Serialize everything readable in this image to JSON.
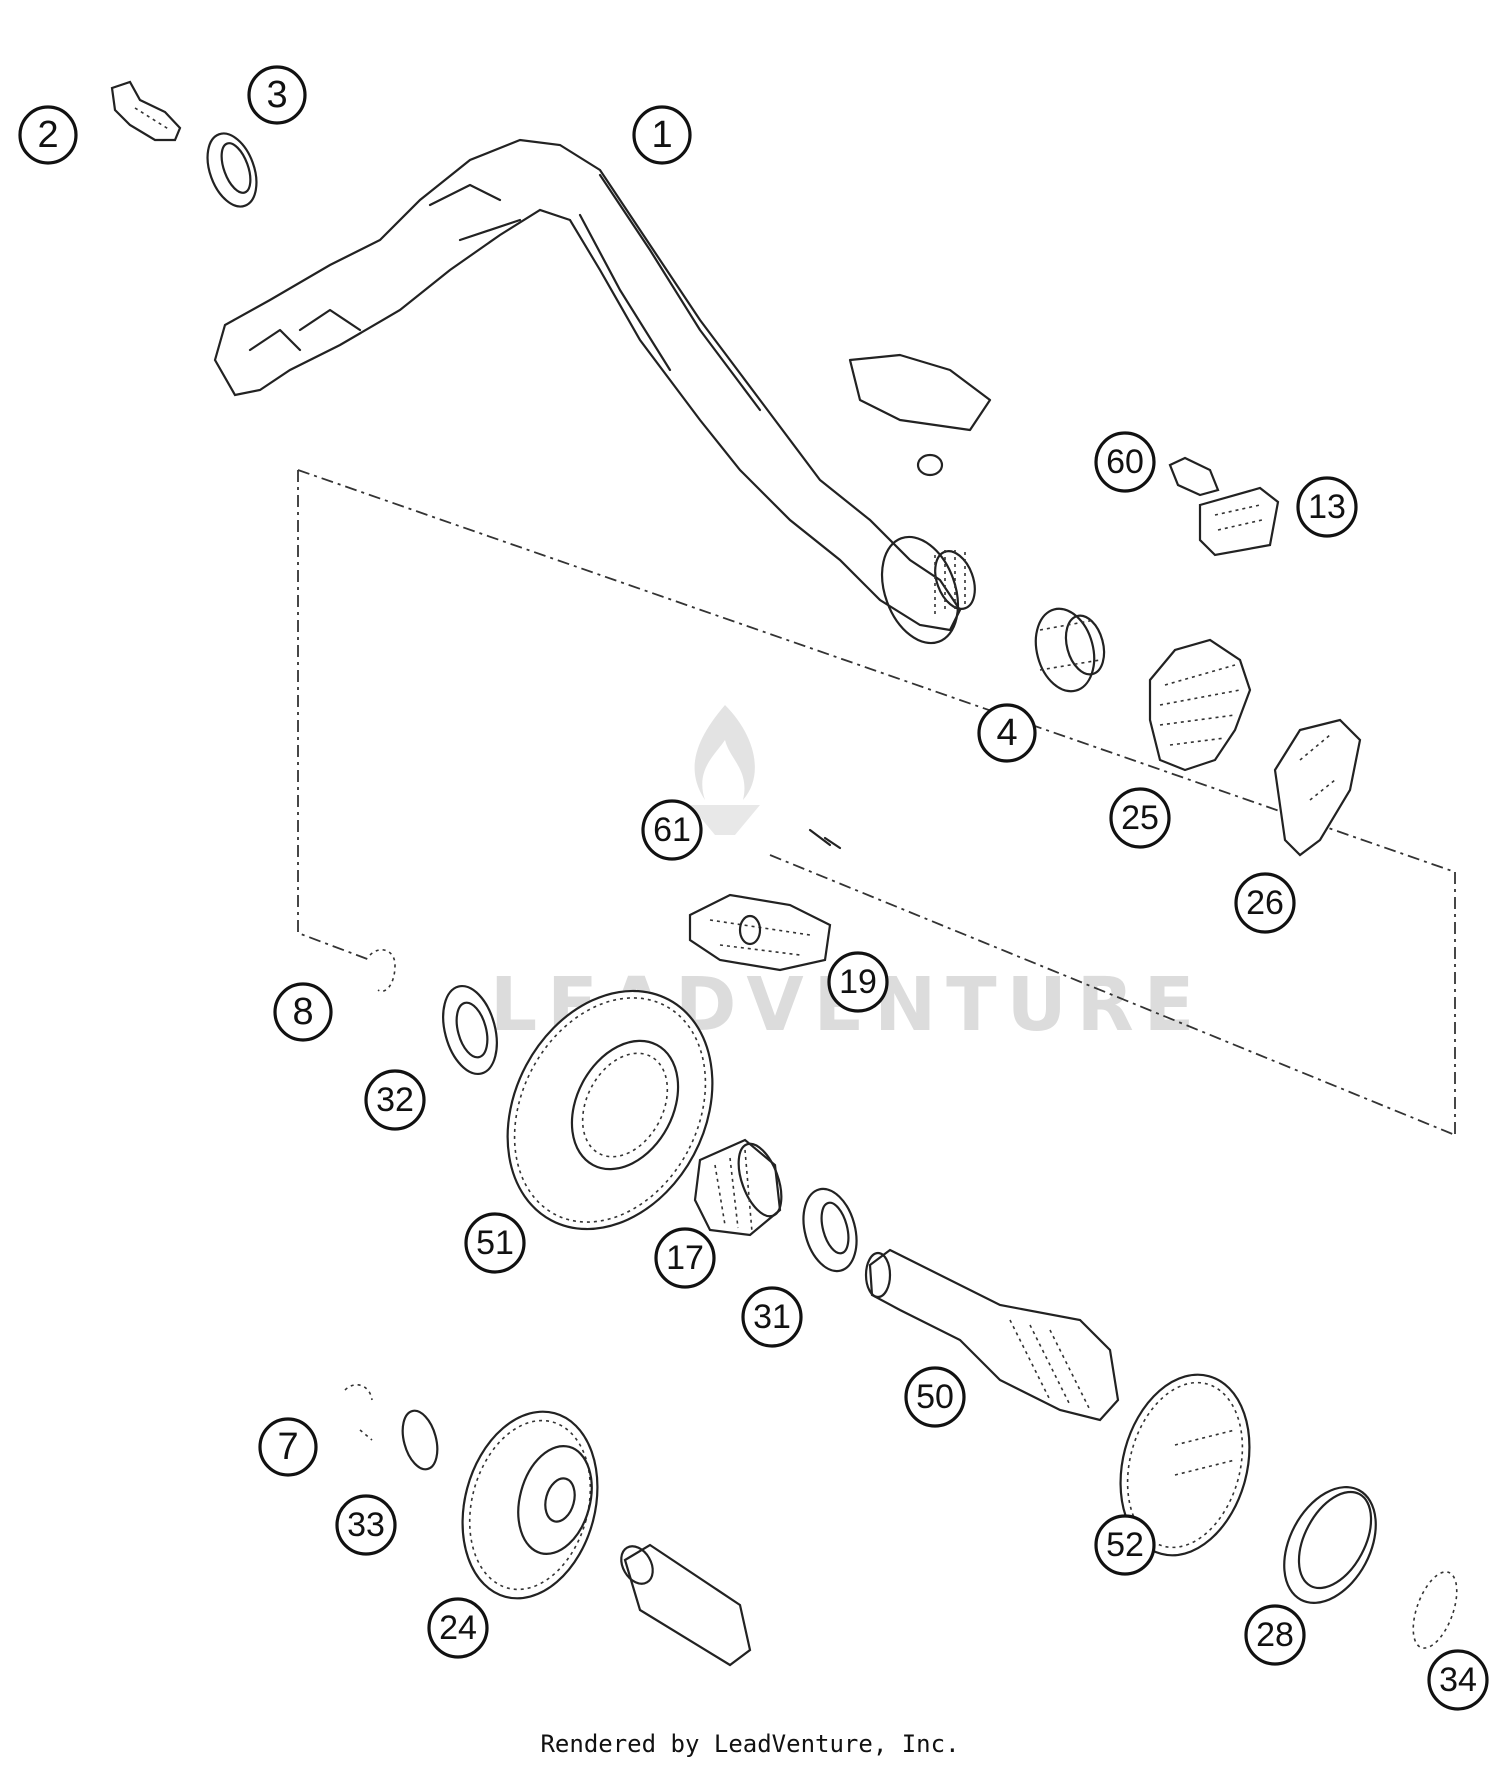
{
  "callouts": [
    {
      "label": "1"
    },
    {
      "label": "2"
    },
    {
      "label": "3"
    },
    {
      "label": "60"
    },
    {
      "label": "13"
    },
    {
      "label": "4"
    },
    {
      "label": "25"
    },
    {
      "label": "26"
    },
    {
      "label": "61"
    },
    {
      "label": "19"
    },
    {
      "label": "8"
    },
    {
      "label": "32"
    },
    {
      "label": "51"
    },
    {
      "label": "17"
    },
    {
      "label": "31"
    },
    {
      "label": "50"
    },
    {
      "label": "7"
    },
    {
      "label": "33"
    },
    {
      "label": "24"
    },
    {
      "label": "52"
    },
    {
      "label": "28"
    },
    {
      "label": "34"
    }
  ],
  "watermark": "LEADVENTURE",
  "footer": "Rendered by LeadVenture, Inc."
}
